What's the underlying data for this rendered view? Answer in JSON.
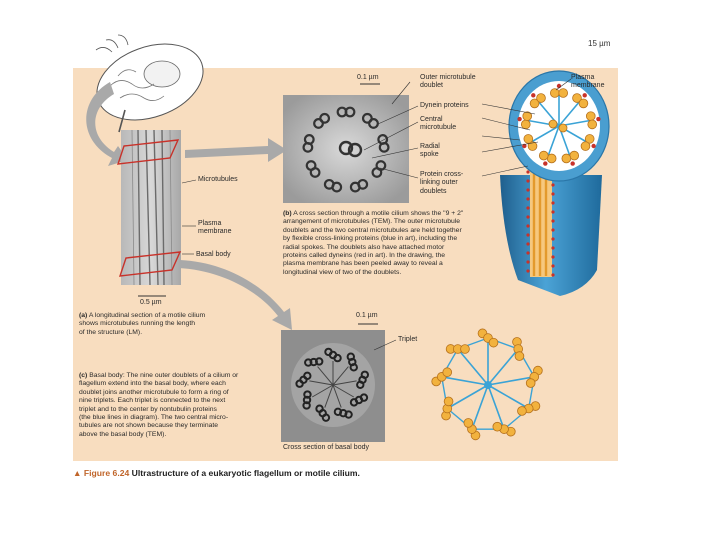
{
  "scale_bar_top": "15 µm",
  "panel_a": {
    "labels": {
      "microtubules": "Microtubules",
      "plasma_membrane": "Plasma\nmembrane",
      "basal_body": "Basal body",
      "scale": "0.5 µm"
    },
    "caption_letter": "(a)",
    "caption_text": "A longitudinal section of a motile cilium\nshows microtubules running the length\nof the structure (LM)."
  },
  "panel_b": {
    "labels": {
      "scale": "0.1 µm",
      "outer_doublet": "Outer microtubule\ndoublet",
      "dynein": "Dynein proteins",
      "central_microtubule": "Central\nmicrotubule",
      "radial_spoke": "Radial\nspoke",
      "crosslinking": "Protein cross-\nlinking outer\ndoublets",
      "plasma_membrane": "Plasma\nmembrane"
    },
    "caption_letter": "(b)",
    "caption_text": "A cross section through a motile cilium shows the \"9 + 2\"\narrangement of microtubules (TEM). The outer microtubule\ndoublets and the two central microtubules are held together\nby flexible cross-linking proteins (blue in art), including the\nradial spokes. The doublets also have attached motor\nproteins called dyneins (red in art). In the drawing, the\nplasma membrane has been peeled away to reveal a\nlongitudinal view of two of the doublets."
  },
  "panel_c": {
    "labels": {
      "scale": "0.1 µm",
      "triplet": "Triplet",
      "cross_section": "Cross section of basal body"
    },
    "caption_letter": "(c)",
    "caption_text": "Basal body: The nine outer doublets of a cilium or\nflagellum extend into the basal body, where each\ndoublet joins another microtubule to form a ring of\nnine triplets. Each triplet is connected to the next\ntriplet and to the center by nontubulin proteins\n(the blue lines in diagram). The two central micro-\ntubules are not shown because they terminate\nabove the basal body (TEM)."
  },
  "figure_caption": {
    "arrow": "▲",
    "number": "Figure 6.24",
    "title": "Ultrastructure of a eukaryotic flagellum or motile cilium."
  },
  "colors": {
    "background_panel": "#f8ddbf",
    "crosslink_blue": "#3aa3d6",
    "dynein_red": "#c8322a",
    "tubule_orange": "#f2b23e",
    "membrane_blue": "#2e86b8",
    "arrow_gray": "#a9a9a9",
    "figure_number": "#c0652a"
  }
}
